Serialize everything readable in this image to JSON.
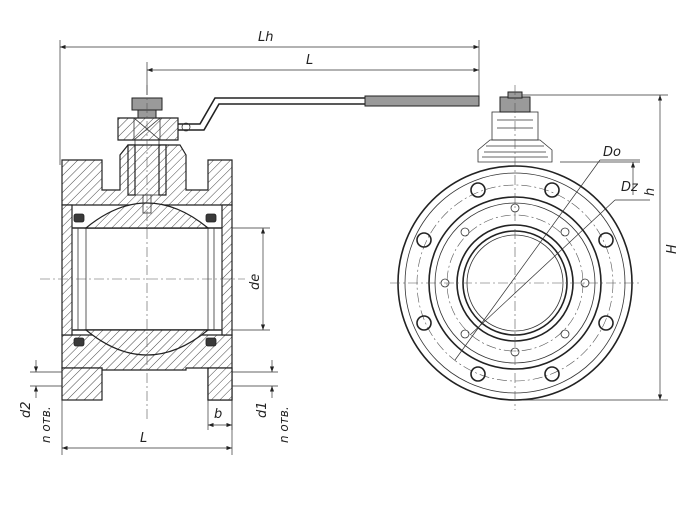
{
  "labels": {
    "lh": "Lh",
    "l_top": "L",
    "l_bottom": "L",
    "d2": "d2",
    "n_otv_left": "n отв.",
    "b": "b",
    "d1": "d1",
    "n_otv_right": "n отв.",
    "de": "de",
    "do": "Do",
    "dz": "Dz",
    "h_small": "h",
    "h_big": "H"
  }
}
